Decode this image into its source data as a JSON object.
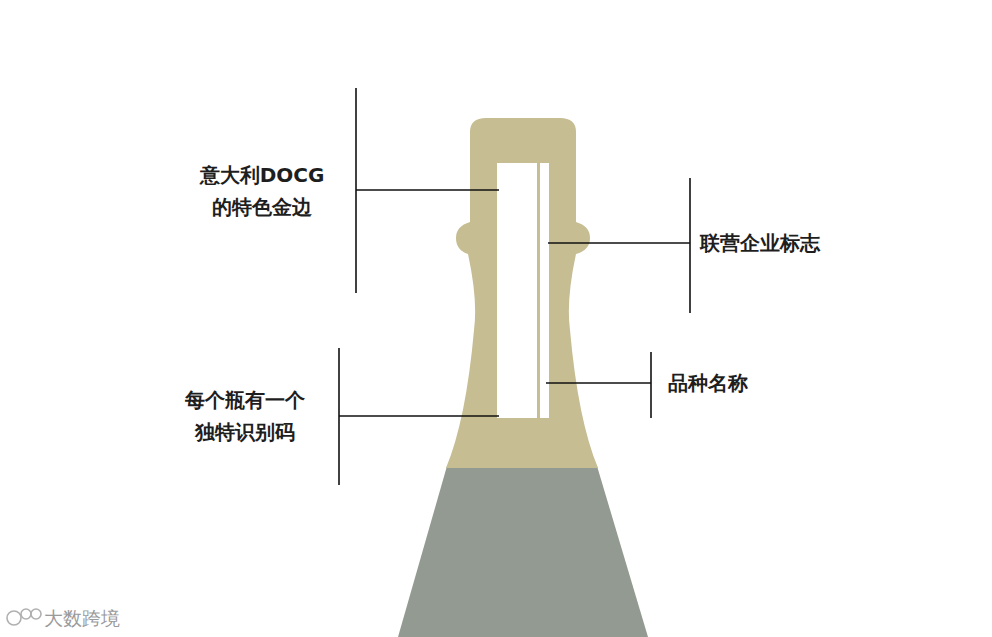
{
  "diagram": {
    "labels": [
      "意大利DOCG 的特色金边",
      "联营企业标志",
      "品种名称",
      "每个瓶有一个 独特识别码",
      "大数跨境"
    ]
  }
}
